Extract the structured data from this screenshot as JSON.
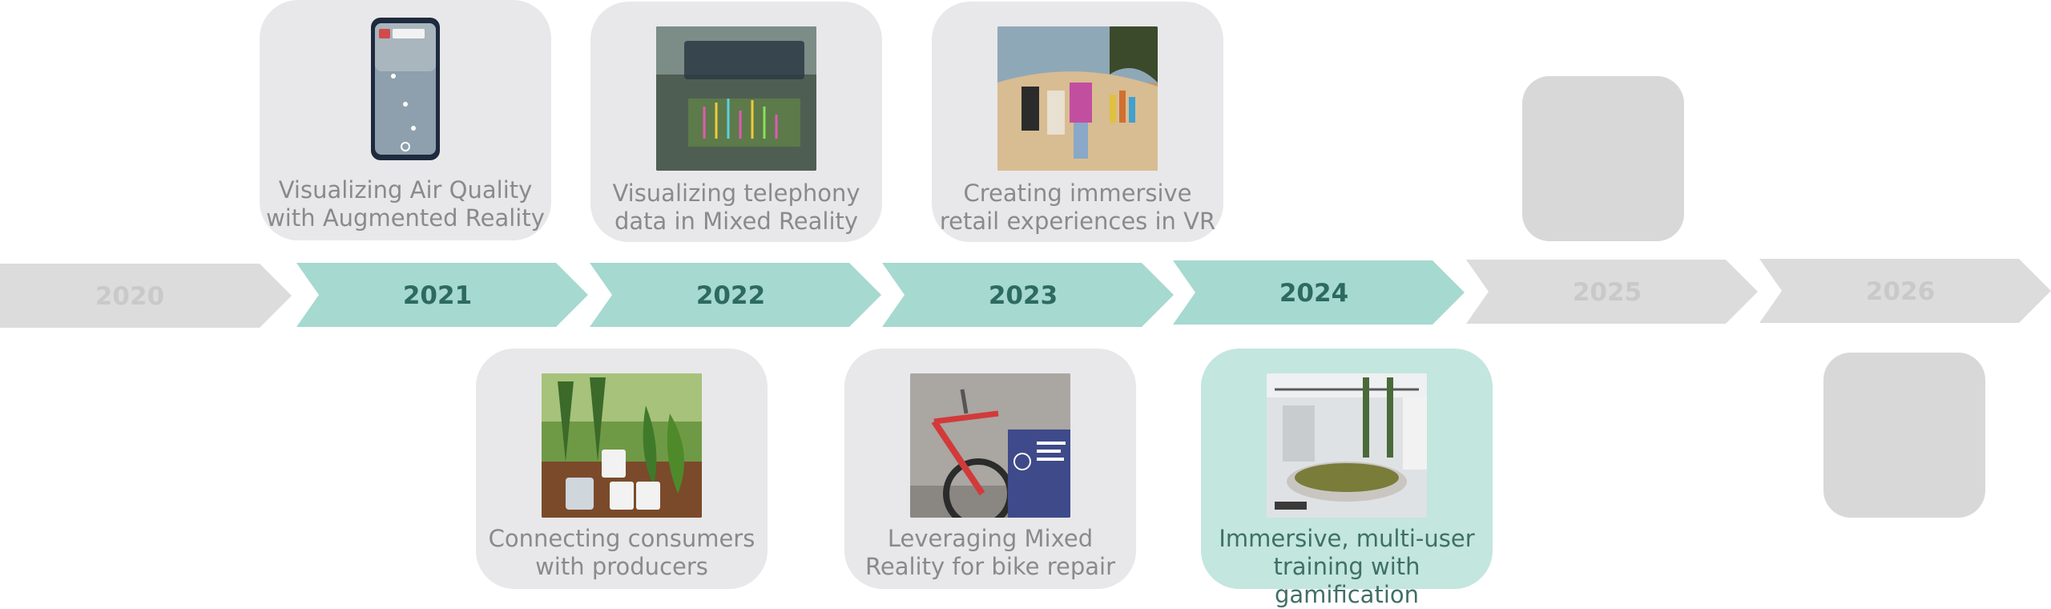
{
  "colors": {
    "arrow_active": "#a6d9d0",
    "arrow_inactive": "#dcdcdc",
    "year_active": "#2d6a5f",
    "year_inactive": "#c9c9c9",
    "card": "#e8e8ea",
    "card_active": "#c3e6df"
  },
  "years": [
    {
      "label": "2020",
      "active": false
    },
    {
      "label": "2021",
      "active": true
    },
    {
      "label": "2022",
      "active": true
    },
    {
      "label": "2023",
      "active": true
    },
    {
      "label": "2024",
      "active": true
    },
    {
      "label": "2025",
      "active": false
    },
    {
      "label": "2026",
      "active": false
    }
  ],
  "projects": {
    "air_quality": {
      "caption_line1": "Visualizing Air Quality",
      "caption_line2": "with Augmented Reality"
    },
    "telephony": {
      "caption_line1": "Visualizing telephony",
      "caption_line2": "data in Mixed Reality"
    },
    "retail": {
      "caption_line1": "Creating immersive",
      "caption_line2": "retail experiences in VR"
    },
    "consumers": {
      "caption_line1": "Connecting consumers",
      "caption_line2": "with producers"
    },
    "bike": {
      "caption_line1": "Leveraging Mixed",
      "caption_line2": "Reality for bike repair"
    },
    "training": {
      "caption_line1": "Immersive, multi-user",
      "caption_line2": "training with gamification"
    }
  }
}
